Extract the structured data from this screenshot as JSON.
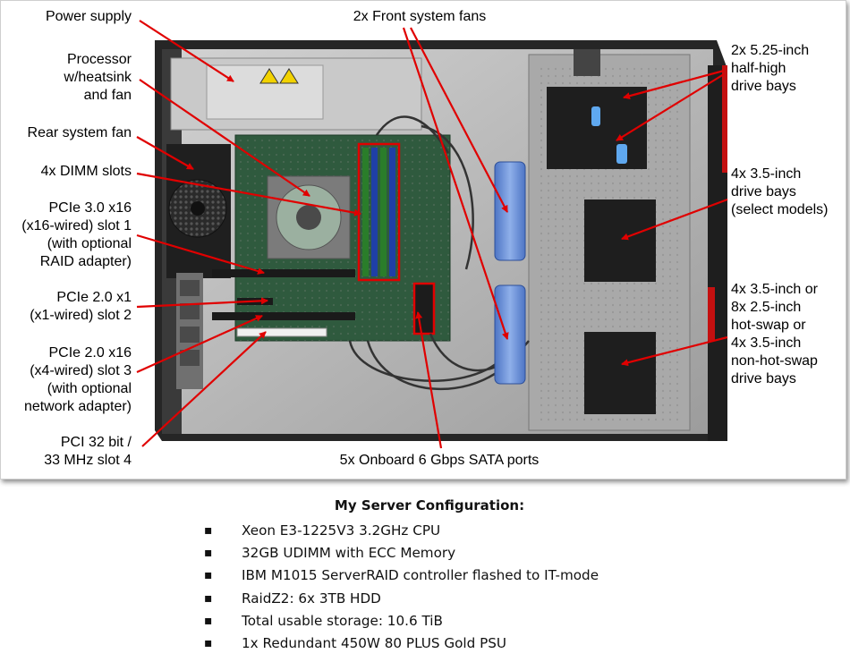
{
  "labels": {
    "power_supply": "Power supply",
    "processor": "Processor\nw/heatsink\nand fan",
    "rear_fan": "Rear system fan",
    "dimm": "4x DIMM slots",
    "pcie_slot1": "PCIe 3.0 x16\n(x16-wired) slot 1\n(with optional\nRAID adapter)",
    "pcie_slot2": "PCIe 2.0 x1\n(x1-wired) slot 2",
    "pcie_slot3": "PCIe 2.0 x16\n(x4-wired) slot 3\n(with optional\nnetwork adapter)",
    "pci_slot4": "PCI 32 bit /\n33 MHz slot 4",
    "front_fans": "2x Front system fans",
    "sata_ports": "5x Onboard 6 Gbps SATA ports",
    "bays_525": "2x 5.25-inch\nhalf-high\ndrive bays",
    "bays_35_select": "4x 3.5-inch\ndrive bays\n(select models)",
    "bays_hotswap": "4x 3.5-inch or\n8x 2.5-inch\nhot-swap or\n4x 3.5-inch\nnon-hot-swap\ndrive bays"
  },
  "config": {
    "title": "My Server Configuration:",
    "items": [
      "Xeon E3-1225V3 3.2GHz CPU",
      "32GB UDIMM with ECC Memory",
      "IBM M1015 ServerRAID controller flashed to IT-mode",
      "RaidZ2: 6x 3TB HDD",
      "Total usable storage: 10.6 TiB",
      "1x Redundant 450W 80 PLUS Gold PSU"
    ]
  },
  "colors": {
    "arrow": "#e00000",
    "chassis_frame": "#2b2b2b",
    "chassis_interior": "#b9b9b9",
    "motherboard": "#2f5a3e",
    "fan_blue": "#6f92d6",
    "bezel_red": "#c41010"
  }
}
